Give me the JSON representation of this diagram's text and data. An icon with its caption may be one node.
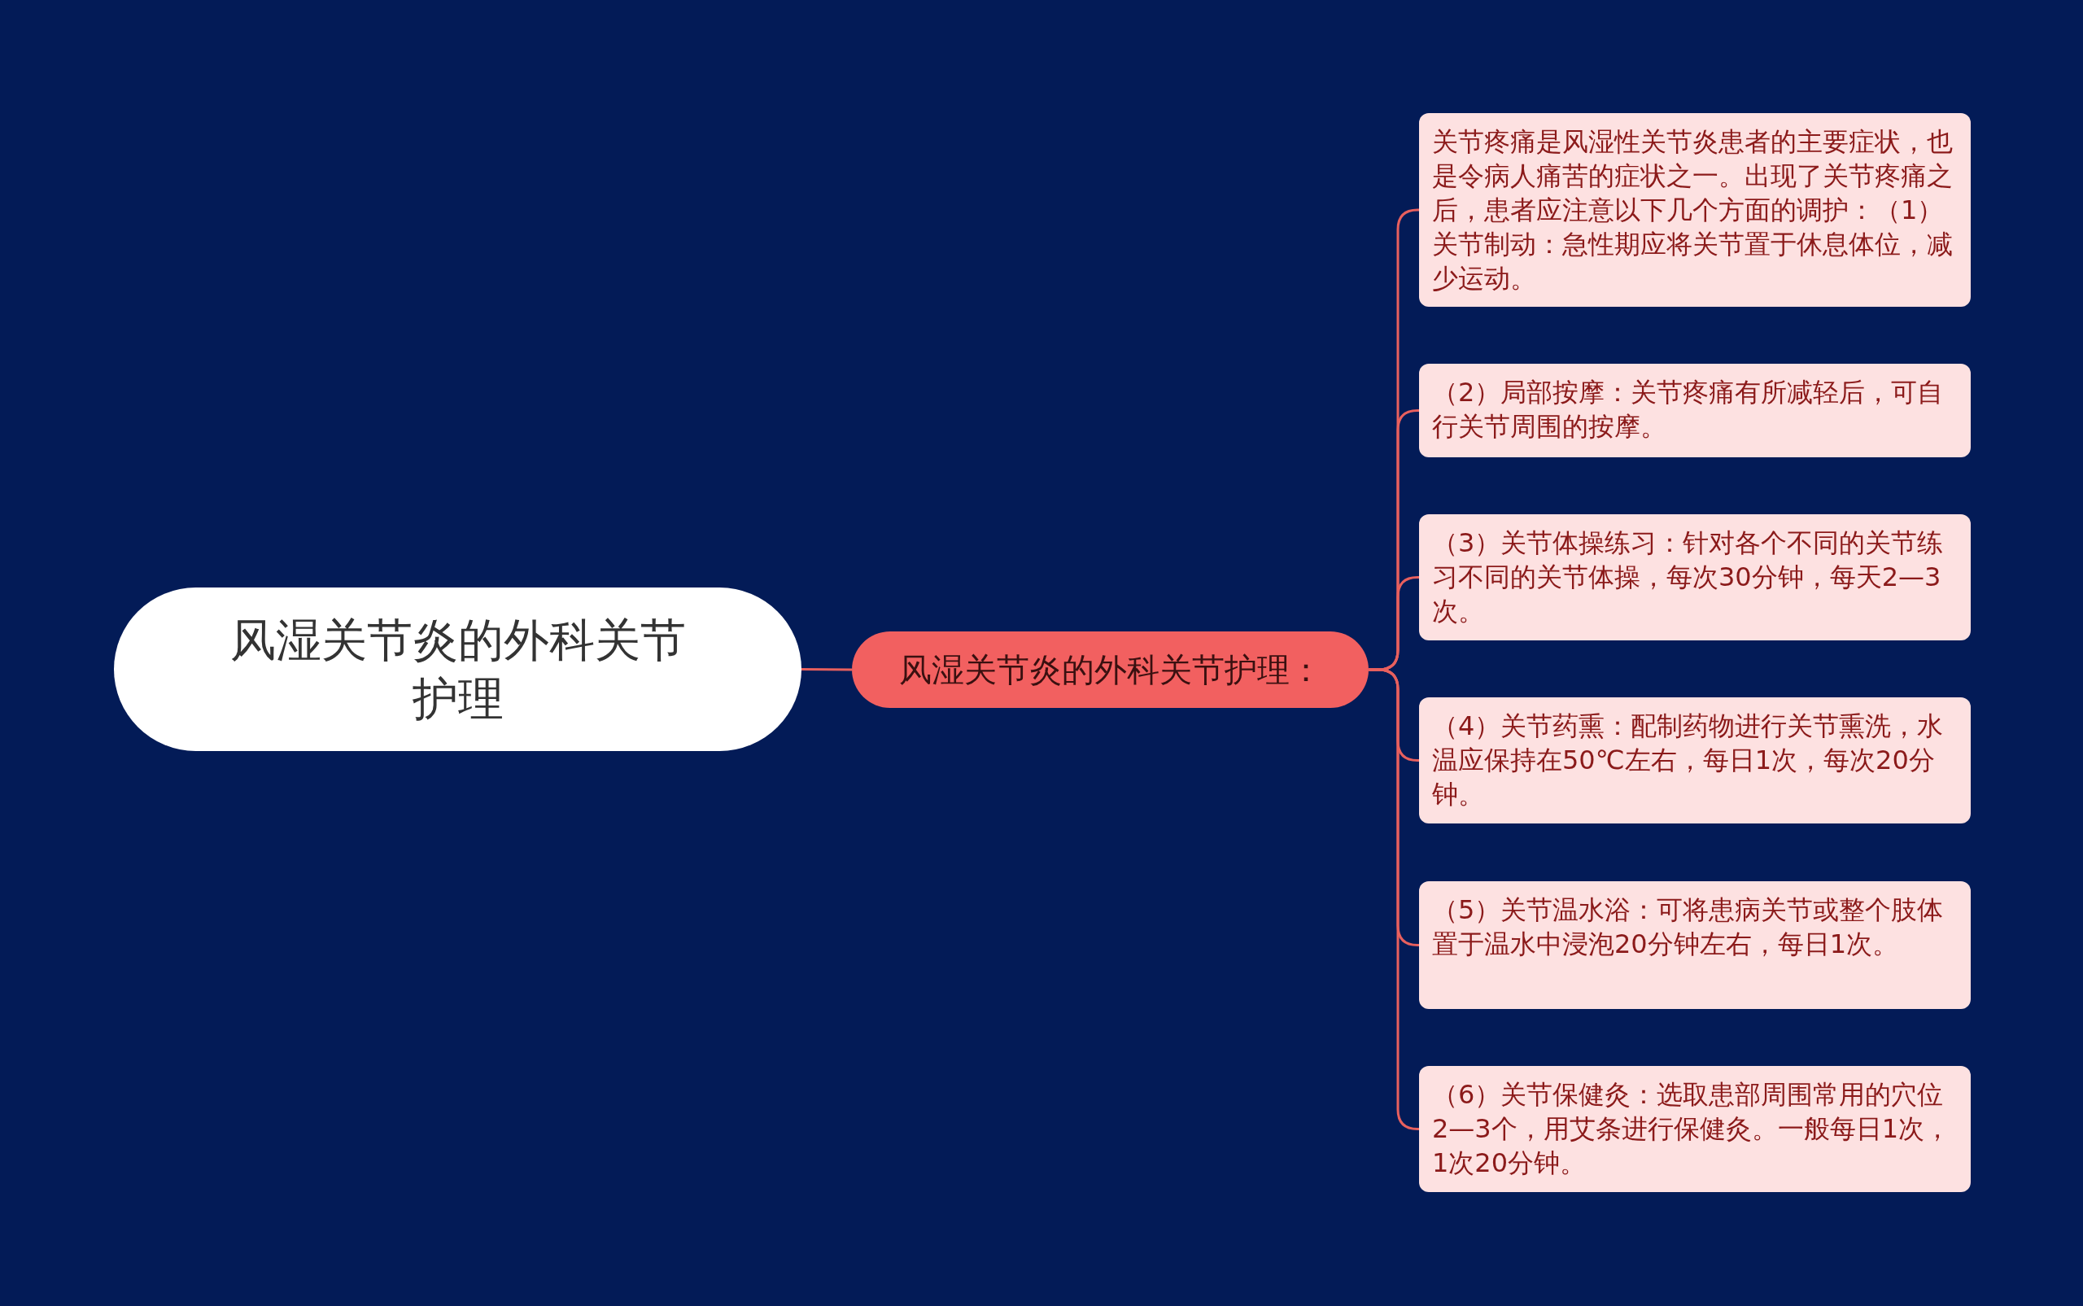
{
  "diagram": {
    "nodes": [
      {
        "text": [
          "风湿关节炎的外科关节护理"
        ]
      },
      {
        "text": [
          "风湿关节炎的外科关节护理："
        ]
      },
      {
        "text": [
          "关节疼痛是风湿性关节炎患者的主要症状，也是令病人痛苦的症状之一。出现了关节疼痛之后，患者应注意以下几个方面的调护：（1）关节制动：急性期应将关节置于休息体位，减少运动。"
        ]
      },
      {
        "text": [
          "（2）局部按摩：关节疼痛有所减轻后，可自行关节周围的按摩。"
        ]
      },
      {
        "text": [
          "（3）关节体操练习：针对各个不同的关节练习不同的关节体操，每次30分钟，每天2—3次。"
        ]
      },
      {
        "text": [
          "（4）关节药熏：配制药物进行关节熏洗，水温应保持在50℃左右，每日1次，每次20分钟。"
        ]
      },
      {
        "text": [
          "（5）关节温水浴：可将患病关节或整个肢体置于温水中浸泡20分钟左右，每日1次。"
        ]
      },
      {
        "text": [
          "（6）关节保健灸：选取患部周围常用的穴位2—3个，用艾条进行保健灸。一般每日1次，1次20分钟。"
        ]
      }
    ],
    "edges": [
      {
        "from": 0,
        "to": 1,
        "arrow": "none"
      },
      {
        "from": 1,
        "to": 2,
        "arrow": "none"
      },
      {
        "from": 1,
        "to": 3,
        "arrow": "none"
      },
      {
        "from": 1,
        "to": 4,
        "arrow": "none"
      },
      {
        "from": 1,
        "to": 5,
        "arrow": "none"
      },
      {
        "from": 1,
        "to": 6,
        "arrow": "none"
      },
      {
        "from": 1,
        "to": 7,
        "arrow": "none"
      }
    ]
  }
}
